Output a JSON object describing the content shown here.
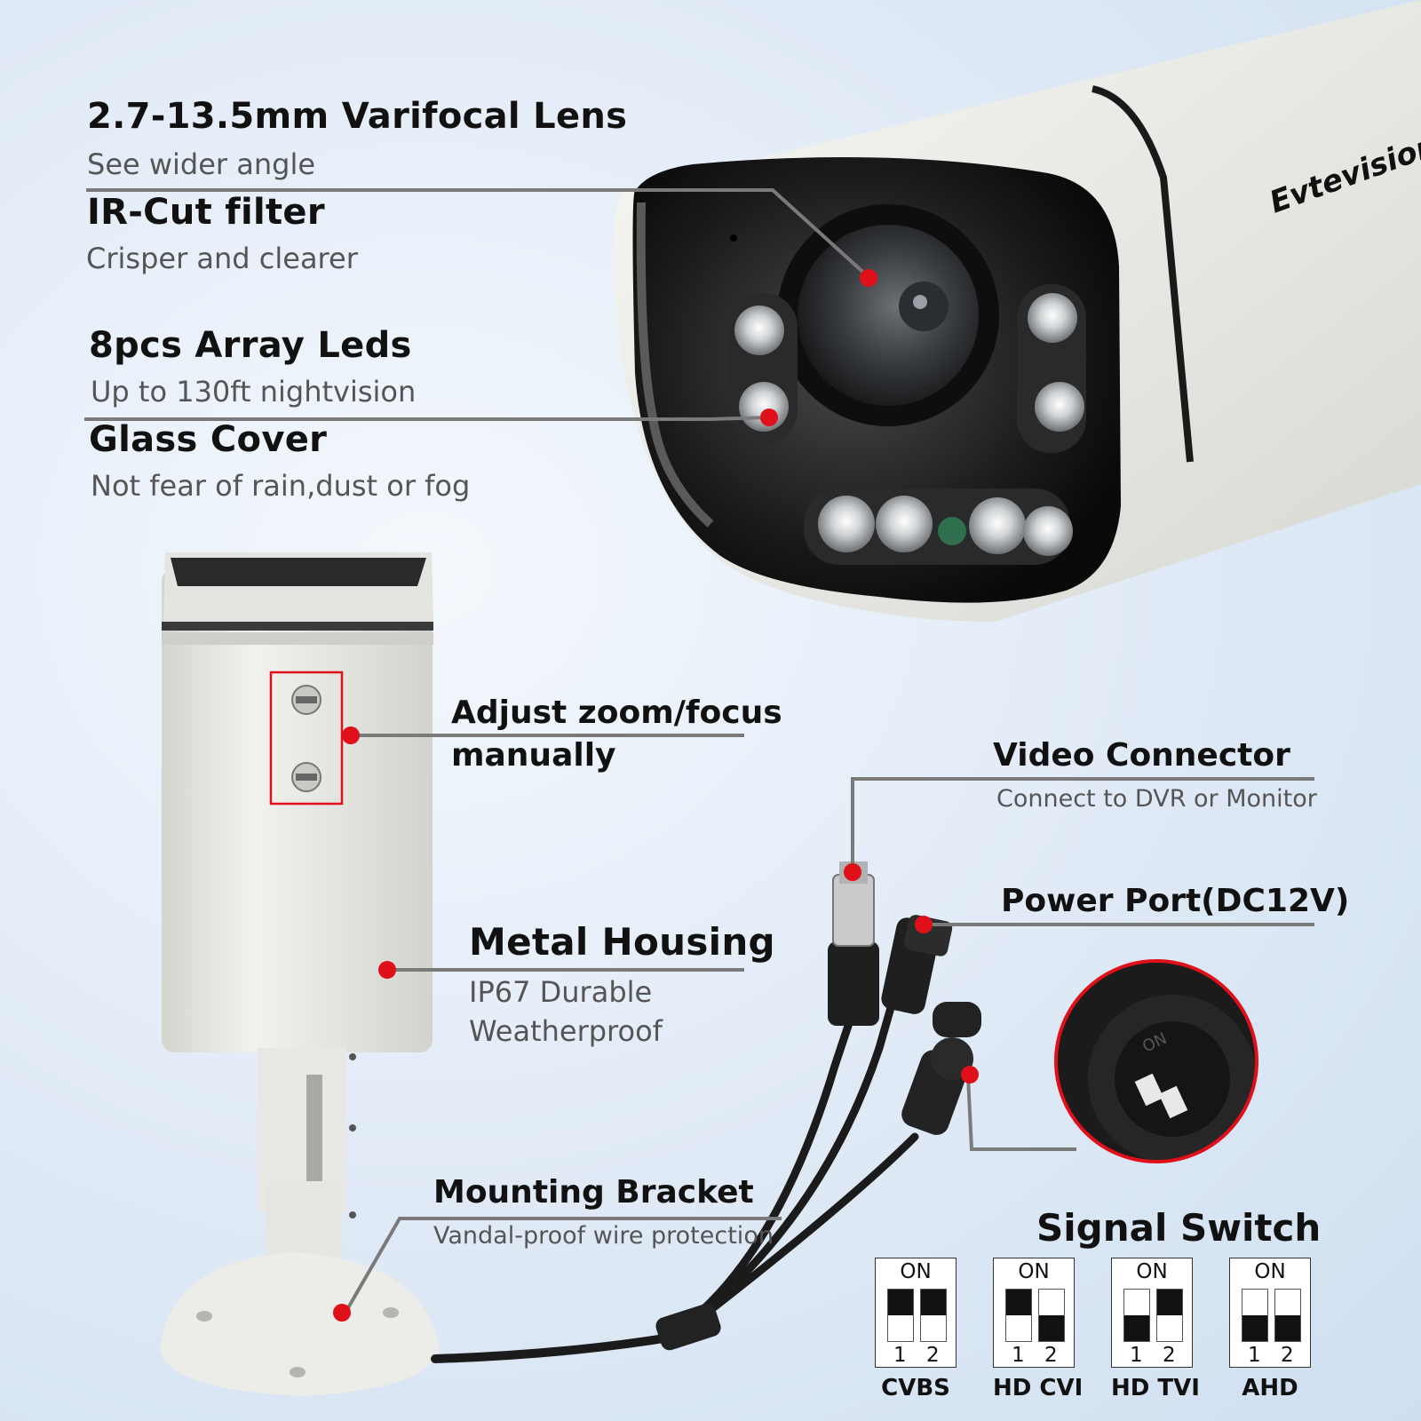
{
  "brand": "Evtevision",
  "features": {
    "lens": {
      "title": "2.7-13.5mm  Varifocal Lens",
      "subtitle": "See wider angle"
    },
    "ircut": {
      "title": "IR-Cut filter",
      "subtitle": "Crisper and clearer"
    },
    "leds": {
      "title": "8pcs Array Leds",
      "subtitle": "Up to 130ft nightvision"
    },
    "glass": {
      "title": "Glass Cover",
      "subtitle": "Not fear of rain,dust or fog"
    },
    "zoom": {
      "line1": "Adjust zoom/focus",
      "line2": "manually"
    },
    "housing": {
      "title": "Metal Housing",
      "line1": "IP67 Durable",
      "line2": "Weatherproof"
    },
    "bracket": {
      "title": "Mounting Bracket",
      "subtitle": "Vandal-proof wire protection"
    },
    "video": {
      "title": "Video Connector",
      "subtitle": "Connect to DVR or Monitor"
    },
    "power": {
      "title": "Power Port(DC12V)"
    }
  },
  "signal_switch": {
    "title": "Signal Switch",
    "zoom_label": "ON",
    "modes": [
      {
        "label": "CVBS",
        "on": "ON",
        "pin1": "1",
        "pin2": "2",
        "switch1": "up",
        "switch2": "up"
      },
      {
        "label": "HD CVI",
        "on": "ON",
        "pin1": "1",
        "pin2": "2",
        "switch1": "up",
        "switch2": "down"
      },
      {
        "label": "HD TVI",
        "on": "ON",
        "pin1": "1",
        "pin2": "2",
        "switch1": "down",
        "switch2": "up"
      },
      {
        "label": "AHD",
        "on": "ON",
        "pin1": "1",
        "pin2": "2",
        "switch1": "down",
        "switch2": "down"
      }
    ]
  },
  "colors": {
    "marker": "#e0101a",
    "leader": "#7a7a7a",
    "housing": "#e6e6e2",
    "bezel": "#161616"
  }
}
